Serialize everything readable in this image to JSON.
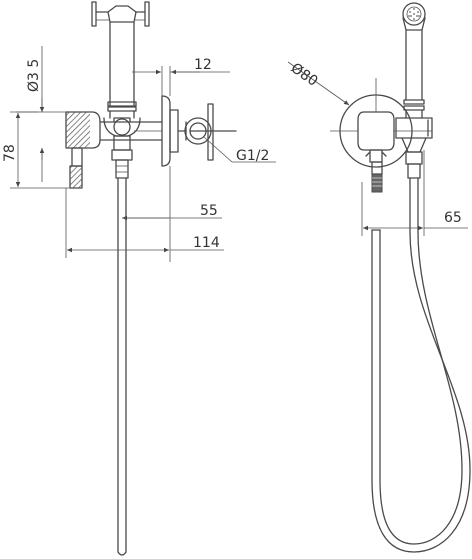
{
  "dimensions": {
    "d35": "Ø3 5",
    "h78": "78",
    "w12": "12",
    "g12": "G1/2",
    "w55": "55",
    "w114": "114",
    "d80": "Ø80",
    "w65": "65"
  },
  "colors": {
    "line": "#4a4a4a",
    "text": "#333333",
    "fill_dark": "#666666"
  }
}
